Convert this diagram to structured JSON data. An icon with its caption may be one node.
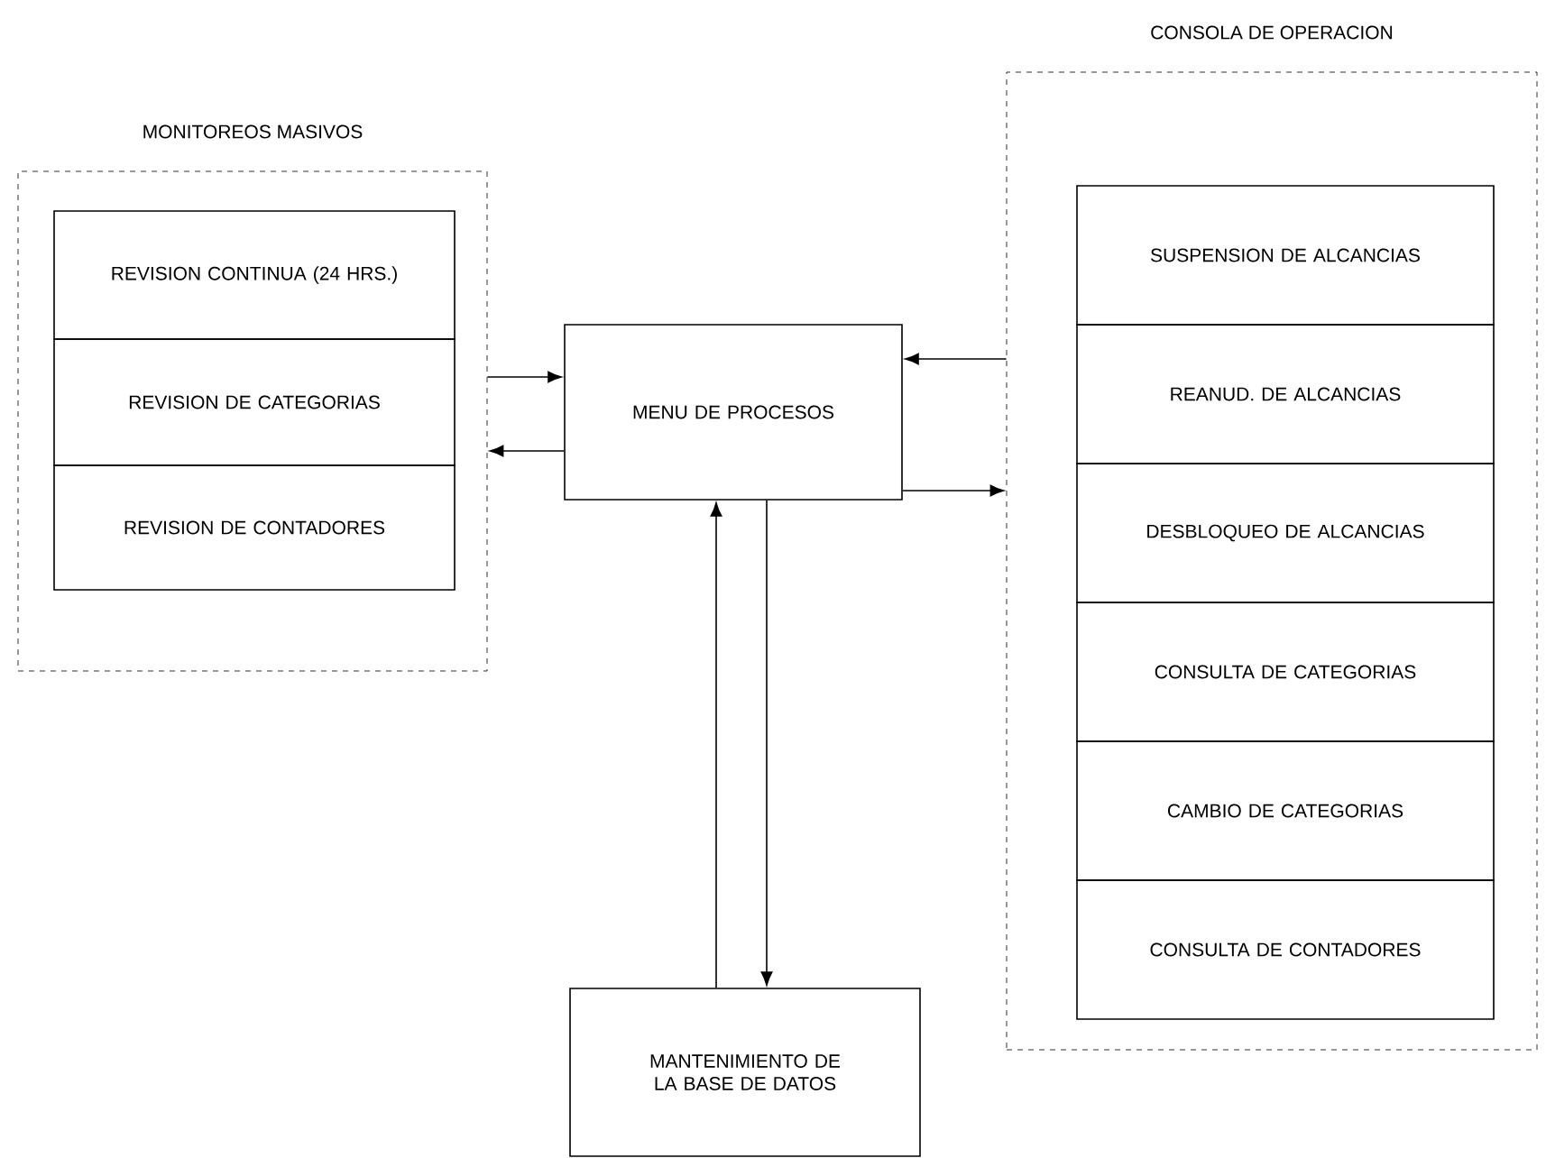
{
  "diagram": {
    "nodes": [
      {
        "text": [
          "MONITOREOS MASIVOS"
        ]
      },
      {
        "text": [
          "REVISION CONTINUA (24 HRS.)"
        ],
        "in": 0
      },
      {
        "text": [
          "REVISION DE CATEGORIAS"
        ],
        "in": 0
      },
      {
        "text": [
          "REVISION DE CONTADORES"
        ],
        "in": 0
      },
      {
        "text": [
          "MENU DE PROCESOS"
        ]
      },
      {
        "text": [
          "CONSOLA DE OPERACION"
        ]
      },
      {
        "text": [
          "SUSPENSION DE ALCANCIAS"
        ],
        "in": 5
      },
      {
        "text": [
          "REANUD. DE ALCANCIAS"
        ],
        "in": 5
      },
      {
        "text": [
          "DESBLOQUEO DE ALCANCIAS"
        ],
        "in": 5
      },
      {
        "text": [
          "CONSULTA DE CATEGORIAS"
        ],
        "in": 5
      },
      {
        "text": [
          "CAMBIO DE CATEGORIAS"
        ],
        "in": 5
      },
      {
        "text": [
          "CONSULTA DE CONTADORES"
        ],
        "in": 5
      },
      {
        "text": [
          "MANTENIMIENTO DE LA BASE DE DATOS"
        ]
      }
    ],
    "edges": [
      {
        "from": 0,
        "to": 4,
        "arrow": "to"
      },
      {
        "from": 4,
        "to": 0,
        "arrow": "to"
      },
      {
        "from": 5,
        "to": 4,
        "arrow": "to"
      },
      {
        "from": 4,
        "to": 5,
        "arrow": "to"
      },
      {
        "from": 12,
        "to": 4,
        "arrow": "to"
      },
      {
        "from": 4,
        "to": 12,
        "arrow": "to"
      }
    ]
  }
}
